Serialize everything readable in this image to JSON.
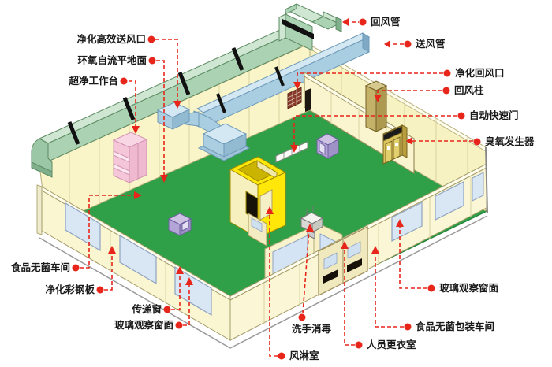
{
  "labels": {
    "return_duct": "回风管",
    "supply_duct": "送风管",
    "hepa_outlet": "净化高效送风口",
    "epoxy_floor": "环氧自流平地面",
    "clean_bench": "超净工作台",
    "return_air_outlet": "净化回风口",
    "return_air_column": "回风柱",
    "auto_rapid_door": "自动快速门",
    "ozone_generator": "臭氧发生器",
    "sterile_workshop": "食品无菌车间",
    "steel_panel": "净化彩钢板",
    "transfer_window": "传递窗",
    "glass_window_left": "玻璃观察窗面",
    "air_shower": "风淋室",
    "hand_wash": "洗手消毒",
    "changing_room": "人员更衣室",
    "glass_window_right": "玻璃观察窗面",
    "packing_workshop": "食品无菌包装车间"
  },
  "colors": {
    "floor_green": "#2FA047",
    "wall_yellow": "#F9F5C9",
    "duct_green": "#ACD2B4",
    "duct_blue": "#A9CEE2",
    "accent_red": "#E8251A",
    "air_shower_yellow": "#FFE70A",
    "bench_pink": "#F4C6D8"
  }
}
